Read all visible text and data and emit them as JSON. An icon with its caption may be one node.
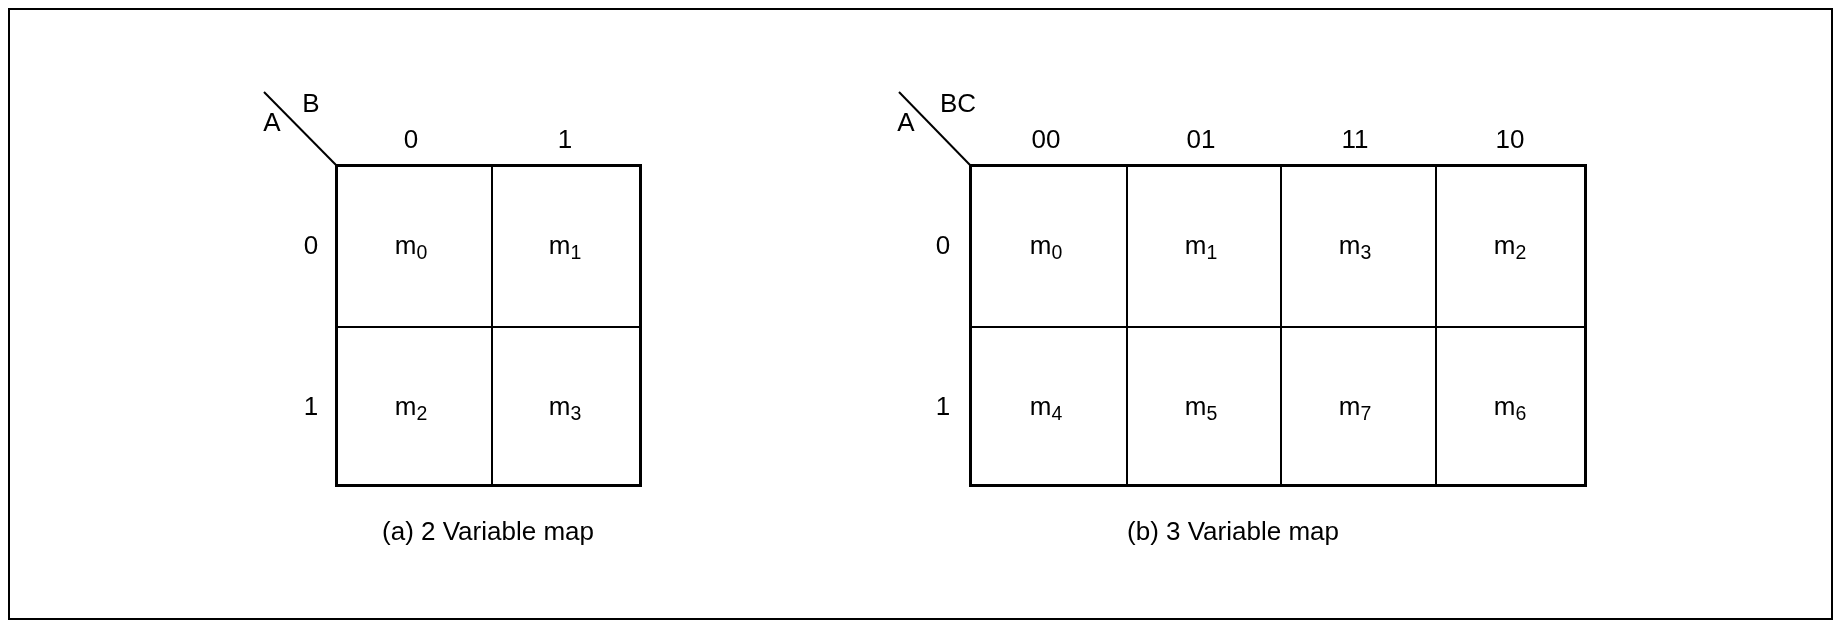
{
  "diagram": {
    "labels": [
      "B",
      "A",
      "0",
      "1",
      "0",
      "m$_{0}$",
      "m$_{1}$",
      "1",
      "m$_{2}$",
      "m$_{3}$",
      "(a) 2 Variable map",
      "BC",
      "A",
      "00",
      "01",
      "11",
      "10",
      "0",
      "m$_{0}$",
      "m$_{1}$",
      "m$_{3}$",
      "m$_{2}$",
      "1",
      "m$_{4}$",
      "m$_{5}$",
      "m$_{7}$",
      "m$_{6}$",
      "(b) 3 Variable map"
    ]
  }
}
